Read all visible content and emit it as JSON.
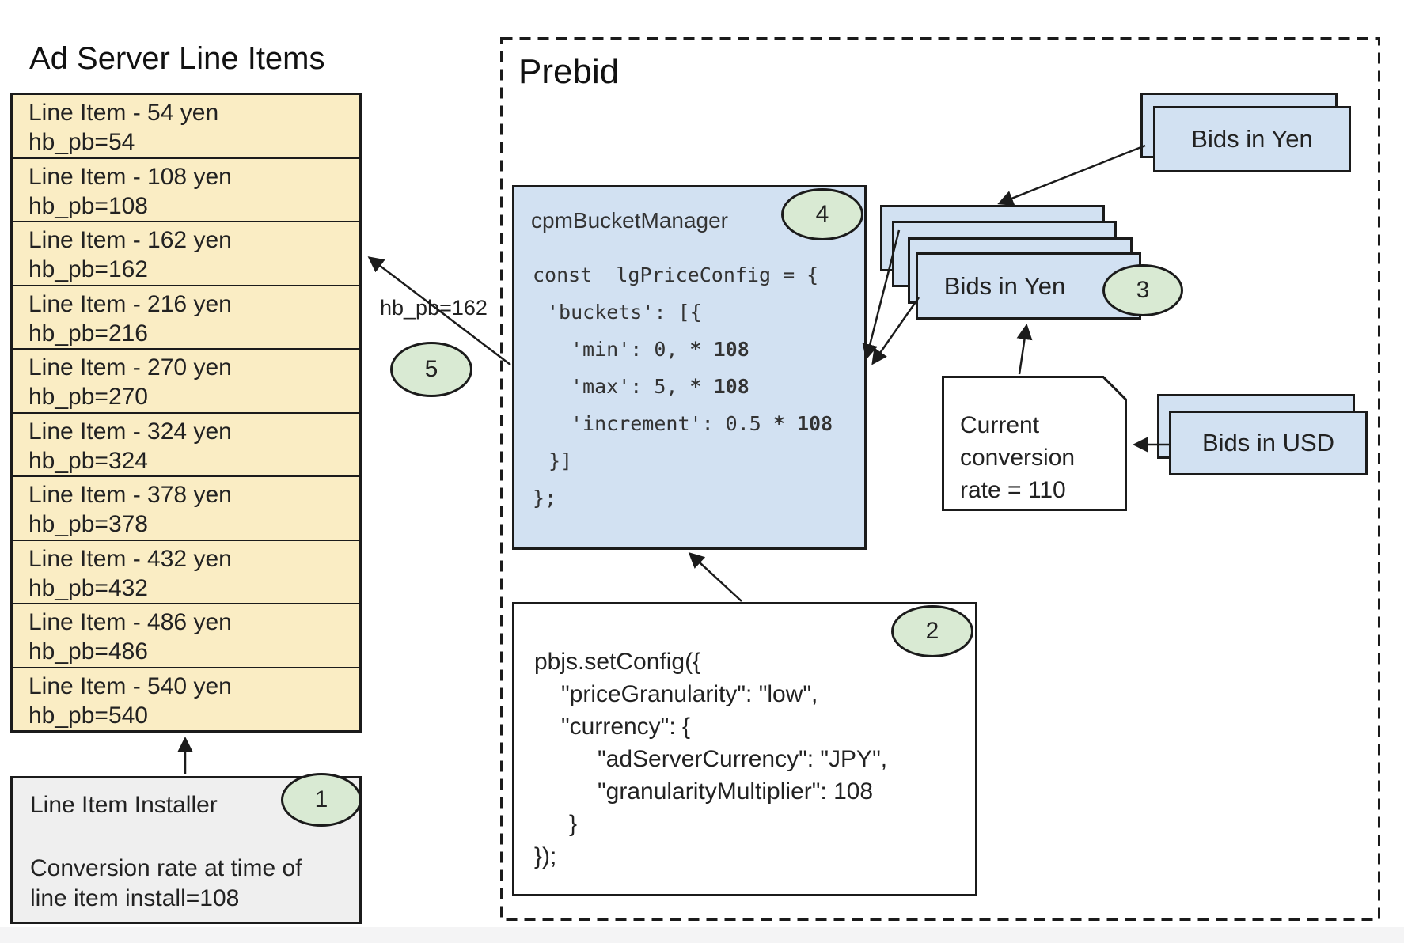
{
  "colors": {
    "border": "#1b1b1b",
    "card_blue": "#d2e1f2",
    "badge_green": "#d9ead3",
    "row_yellow": "#faedc4",
    "installer_gray": "#efefef"
  },
  "left_panel": {
    "title": "Ad Server Line Items",
    "line_items": [
      {
        "title": "Line Item - 54 yen",
        "subtitle": "hb_pb=54"
      },
      {
        "title": "Line Item - 108 yen",
        "subtitle": "hb_pb=108"
      },
      {
        "title": "Line Item - 162 yen",
        "subtitle": "hb_pb=162"
      },
      {
        "title": "Line Item - 216 yen",
        "subtitle": "hb_pb=216"
      },
      {
        "title": "Line Item - 270 yen",
        "subtitle": "hb_pb=270"
      },
      {
        "title": "Line Item - 324 yen",
        "subtitle": "hb_pb=324"
      },
      {
        "title": "Line Item - 378 yen",
        "subtitle": "hb_pb=378"
      },
      {
        "title": "Line Item - 432 yen",
        "subtitle": "hb_pb=432"
      },
      {
        "title": "Line Item - 486 yen",
        "subtitle": "hb_pb=486"
      },
      {
        "title": "Line Item - 540 yen",
        "subtitle": "hb_pb=540"
      }
    ],
    "installer": {
      "badge": "1",
      "title": "Line Item Installer",
      "body_line1": "Conversion rate at time of",
      "body_line2": "line item install=108"
    }
  },
  "prebid": {
    "title": "Prebid",
    "cpm_bucket_manager": {
      "badge": "4",
      "label": "cpmBucketManager",
      "code_lines": [
        {
          "t": "const _lgPriceConfig = {",
          "b": "",
          "i": 0
        },
        {
          "t": "'buckets': [{",
          "b": "",
          "i": 18
        },
        {
          "t": "'min': 0, ",
          "b": "* 108",
          "i": 48
        },
        {
          "t": "'max': 5, ",
          "b": "* 108",
          "i": 48
        },
        {
          "t": "'increment': 0.5 ",
          "b": "* 108",
          "i": 48
        },
        {
          "t": "}]",
          "b": "",
          "i": 20
        },
        {
          "t": "};",
          "b": "",
          "i": 0
        }
      ]
    },
    "set_config": {
      "badge": "2",
      "code_lines": [
        {
          "t": "pbjs.setConfig({",
          "i": 0
        },
        {
          "t": "\"priceGranularity\": \"low\",",
          "i": 34
        },
        {
          "t": "\"currency\": {",
          "i": 34
        },
        {
          "t": "\"adServerCurrency\": \"JPY\",",
          "i": 80
        },
        {
          "t": "\"granularityMultiplier\": 108",
          "i": 80
        },
        {
          "t": "}",
          "i": 44
        },
        {
          "t": "});",
          "i": 0
        }
      ]
    },
    "bids_in_yen_incoming": {
      "label": "Bids in Yen"
    },
    "bids_in_yen_converted": {
      "label": "Bids in Yen",
      "badge": "3"
    },
    "bids_in_usd": {
      "label": "Bids in USD"
    },
    "conversion_note": {
      "lines": [
        "Current",
        "conversion",
        "rate = 110"
      ]
    },
    "flow": {
      "arrow_label": "hb_pb=162",
      "badge": "5"
    }
  }
}
